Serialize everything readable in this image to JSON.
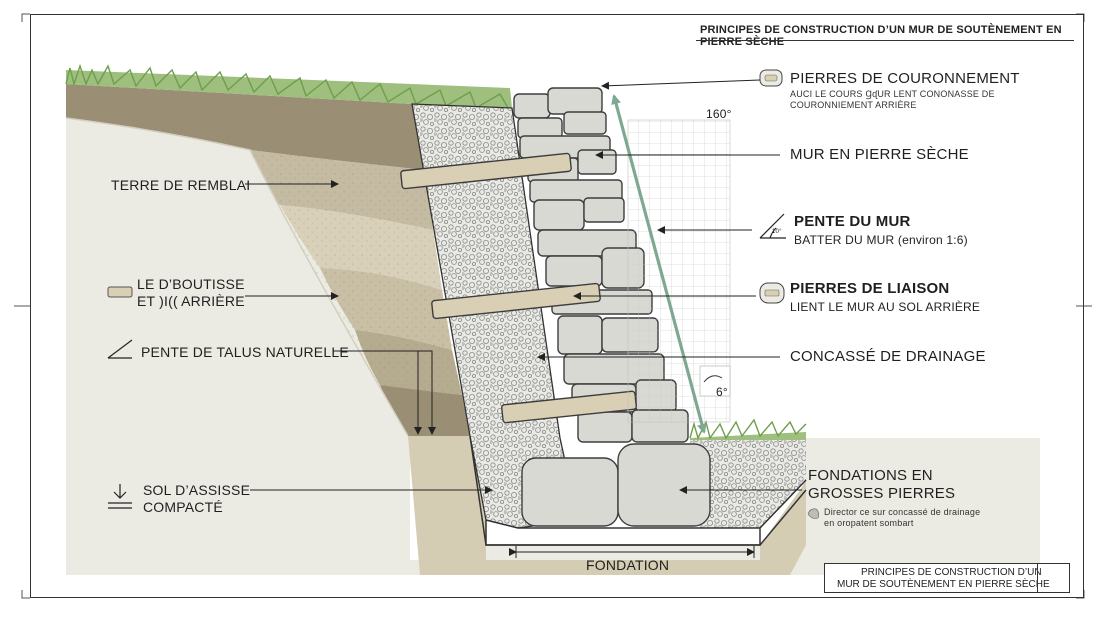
{
  "header": {
    "title": "PRINCIPES DE CONSTRUCTION D’UN MUR DE SOUTÈNEMENT EN PIERRE SÈCHE"
  },
  "title_block": {
    "line1": "PRINCIPES DE CONSTRUCTION D’UN",
    "line2": "MUR DE SOUTÈNEMENT EN PIERRE SÈCHE"
  },
  "labels": {
    "terre": "TERRE DE REMBLAI",
    "boutisse_1": "LE D’BOUTISSE",
    "boutisse_2": "ET )I(( ARRIÈRE",
    "talus": "PENTE DE TALUS NATURELLE",
    "sol_1": "SOL D’ASSISSE",
    "sol_2": "COMPACTÉ",
    "fondation": "FONDATION",
    "couronnement": "PIERRES DE COURONNEMENT",
    "couronnement_sub_1": "AUCI LE COURS ꞬᶑUR LENT CONONASSE DE",
    "couronnement_sub_2": "COURONNIEMENT ARRIÈRE",
    "mur": "MUR EN PIERRE SÈCHE",
    "pente_mur": "PENTE DU MUR",
    "pente_mur_sub": "BATTER DU MUR (environ 1:6)",
    "liaison": "PIERRES DE LIAISON",
    "liaison_sub": "LIENT LE MUR AU SOL ARRIÈRE",
    "concasse": "CONCASSÉ DE DRAINAGE",
    "fondations_1": "FONDATIONS EN",
    "fondations_2": "GROSSES PIERRES",
    "fondations_sub_1": "Director ce sur concassé de drainage",
    "fondations_sub_2": "en oropatent sombart",
    "angle_160": "160°",
    "angle_6": "6°",
    "angle_10": "10°"
  },
  "colors": {
    "grass": "#7fae5a",
    "soil_dark": "#9a8e74",
    "soil_mid": "#c4bba2",
    "soil_light": "#ddd6c2",
    "natural_ground": "#ecebe3",
    "stone": "#d9d9d4",
    "stone_edge": "#3d3d3d",
    "tie_stone": "#d8cfb4",
    "gravel": "#e6e6e2",
    "batter_line": "#7fa892",
    "grid": "#c4c4c4"
  }
}
